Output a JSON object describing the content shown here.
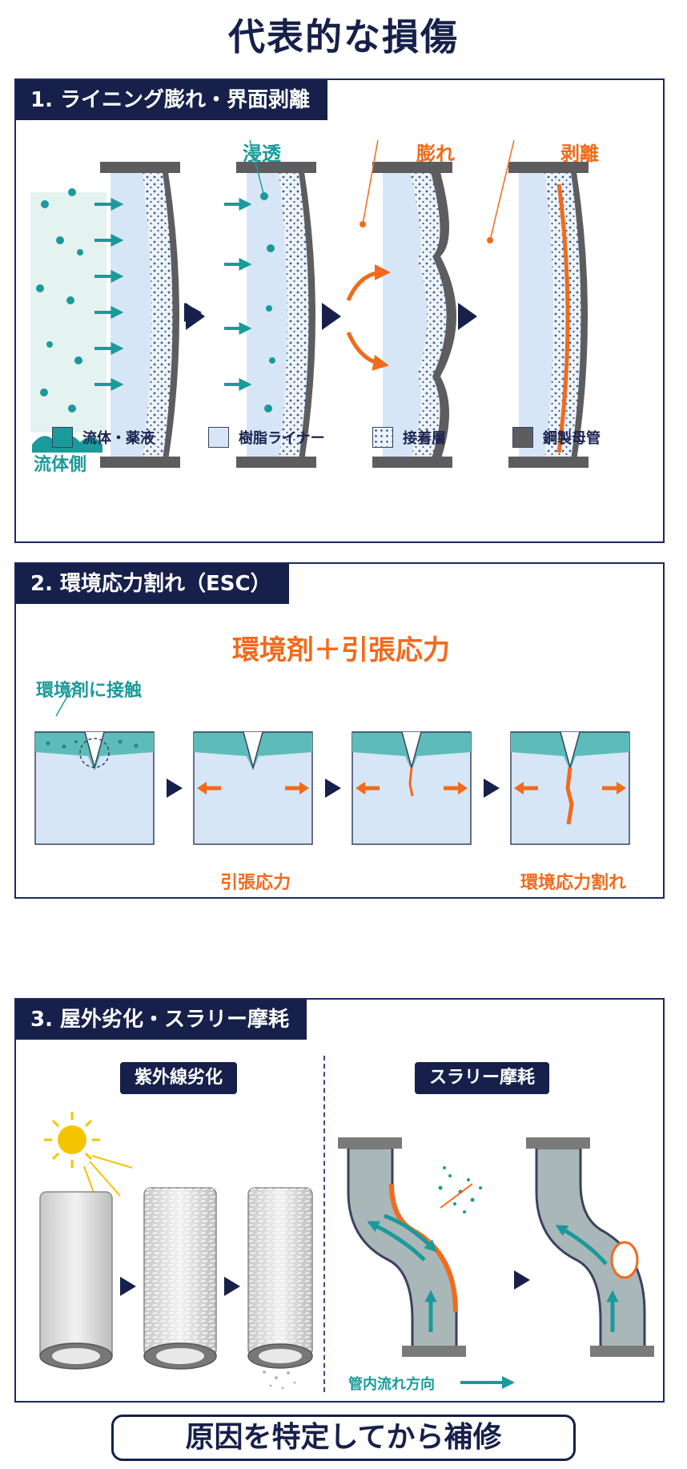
{
  "title": "代表的な損傷",
  "section1": {
    "heading": "1. ライニング膨れ・界面剥離",
    "labels": {
      "permeation": "浸透",
      "blister": "膨れ",
      "peeling": "剥離",
      "fluid_side": "流体側"
    },
    "legend": [
      {
        "label": "流体・薬液",
        "color": "#1a9a9a"
      },
      {
        "label": "樹脂ライナー",
        "color": "#d6e6f7"
      },
      {
        "label": "接着層",
        "color": "#eef3f9"
      },
      {
        "label": "鋼製母管",
        "color": "#5d5d60"
      }
    ]
  },
  "section2": {
    "heading": "2. 環境応力割れ（ESC）",
    "formula": "環境剤＋引張応力",
    "contact": "環境剤に接触",
    "stress": "引張応力",
    "crack": "環境応力割れ"
  },
  "section3": {
    "heading": "3. 屋外劣化・スラリー摩耗",
    "uv_badge": "紫外線劣化",
    "slurry_badge": "スラリー摩耗",
    "flow_direction": "管内流れ方向"
  },
  "footer": "原因を特定してから補修",
  "colors": {
    "navy": "#16204a",
    "teal": "#1a9a9a",
    "orange": "#f26a1b",
    "steel": "#5d5d60",
    "liner": "#d6e6f7"
  }
}
